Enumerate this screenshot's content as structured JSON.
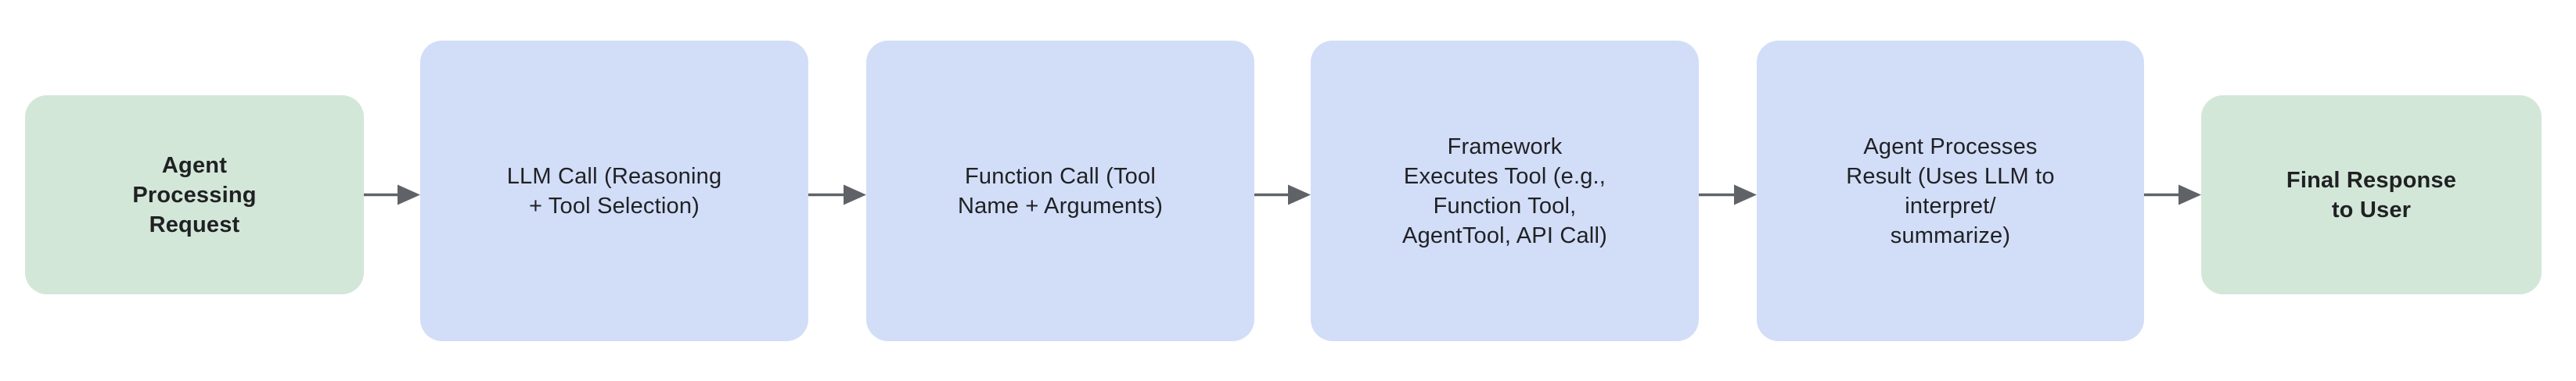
{
  "diagram": {
    "type": "flowchart",
    "direction": "left-to-right",
    "background": "#ffffff",
    "colors": {
      "terminal_fill": "#d3e7d8",
      "process_fill": "#d2def8",
      "arrow": "#5f6368",
      "text": "#202124"
    },
    "nodes": [
      {
        "id": "agent-processing-request",
        "kind": "terminal",
        "label": "Agent\nProcessing\nRequest"
      },
      {
        "id": "llm-call",
        "kind": "process",
        "label": "LLM Call (Reasoning\n+ Tool Selection)"
      },
      {
        "id": "function-call",
        "kind": "process",
        "label": "Function Call (Tool\nName + Arguments)"
      },
      {
        "id": "framework-executes-tool",
        "kind": "process",
        "label": "Framework\nExecutes Tool (e.g.,\nFunction Tool,\nAgentTool, API Call)"
      },
      {
        "id": "agent-processes-result",
        "kind": "process",
        "label": "Agent Processes\nResult (Uses LLM to\ninterpret/\nsummarize)"
      },
      {
        "id": "final-response-to-user",
        "kind": "terminal",
        "label": "Final Response\nto User"
      }
    ],
    "edges": [
      {
        "from": "agent-processing-request",
        "to": "llm-call"
      },
      {
        "from": "llm-call",
        "to": "function-call"
      },
      {
        "from": "function-call",
        "to": "framework-executes-tool"
      },
      {
        "from": "framework-executes-tool",
        "to": "agent-processes-result"
      },
      {
        "from": "agent-processes-result",
        "to": "final-response-to-user"
      }
    ]
  }
}
